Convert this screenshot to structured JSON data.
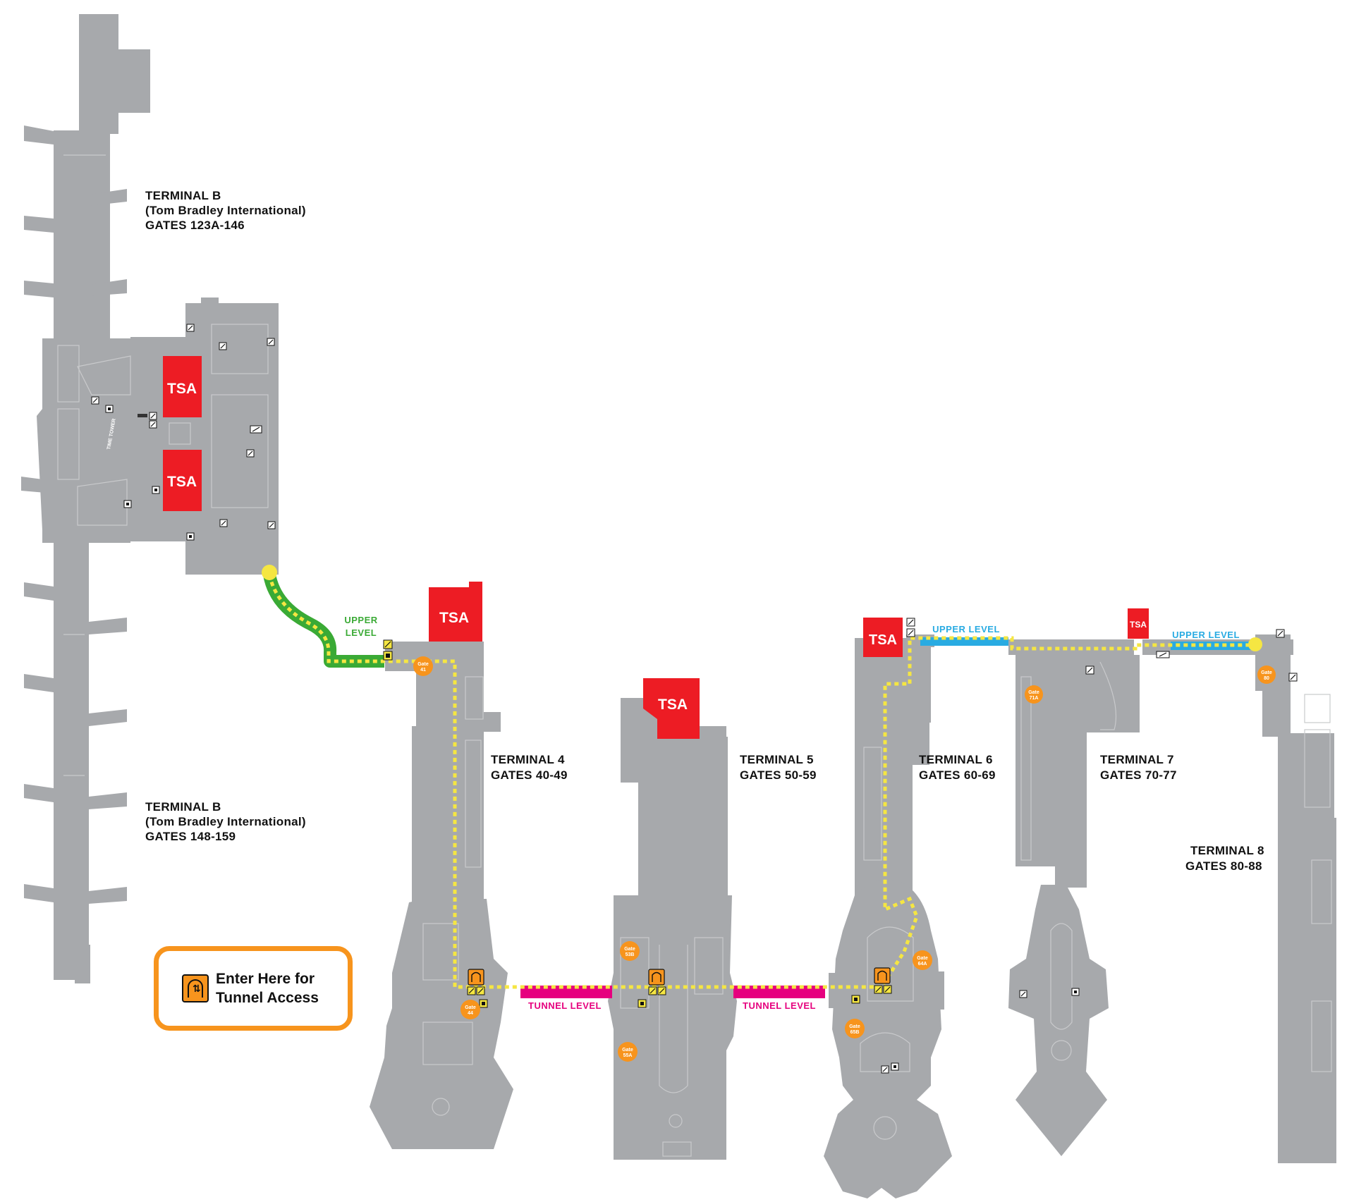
{
  "terminals": {
    "b_north": {
      "name": "TERMINAL B",
      "subtitle": "(Tom Bradley International)",
      "gates": "GATES 123A-146"
    },
    "b_south": {
      "name": "TERMINAL B",
      "subtitle": "(Tom Bradley International)",
      "gates": "GATES 148-159"
    },
    "t4": {
      "name": "TERMINAL 4",
      "gates": "GATES 40-49"
    },
    "t5": {
      "name": "TERMINAL 5",
      "gates": "GATES 50-59"
    },
    "t6": {
      "name": "TERMINAL 6",
      "gates": "GATES 60-69"
    },
    "t7": {
      "name": "TERMINAL 7",
      "gates": "GATES 70-77"
    },
    "t8": {
      "name": "TERMINAL 8",
      "gates": "GATES 80-88"
    }
  },
  "tsa_label": "TSA",
  "time_tower_label": "TIME TOWER",
  "levels": {
    "upper_green_line1": "UPPER",
    "upper_green_line2": "LEVEL",
    "upper_blue": "UPPER LEVEL",
    "tunnel": "TUNNEL LEVEL"
  },
  "gates": {
    "g41": {
      "line1": "Gate",
      "line2": "41"
    },
    "g44": {
      "line1": "Gate",
      "line2": "44"
    },
    "g53b": {
      "line1": "Gate",
      "line2": "53B"
    },
    "g55a": {
      "line1": "Gate",
      "line2": "55A"
    },
    "g64a": {
      "line1": "Gate",
      "line2": "64A"
    },
    "g65b": {
      "line1": "Gate",
      "line2": "65B"
    },
    "g71a": {
      "line1": "Gate",
      "line2": "71A"
    },
    "g80": {
      "line1": "Gate",
      "line2": "80"
    }
  },
  "legend": {
    "line1": "Enter Here for",
    "line2": "Tunnel Access",
    "icon": "tunnel-access-icon"
  },
  "colors": {
    "building": "#a7a9ac",
    "tsa": "#ed1c24",
    "upper_level_green": "#3aaa35",
    "upper_level_blue": "#29abe2",
    "tunnel_level": "#e6007e",
    "walk_path": "#f5e642",
    "gate_marker": "#f7941d",
    "legend_border": "#f7941d"
  }
}
